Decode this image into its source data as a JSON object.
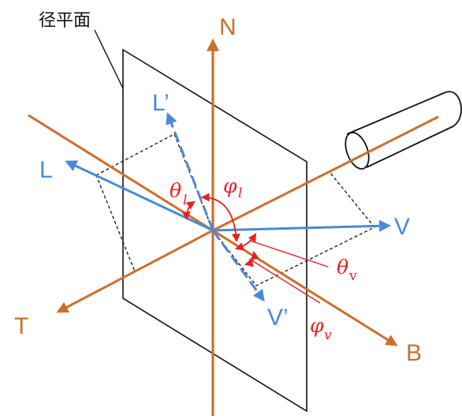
{
  "colors": {
    "orange": "#cc6f2d",
    "blue": "#4a89d4",
    "red": "#e8201f",
    "black": "#111111"
  },
  "labels": {
    "plane": "径平面",
    "normal": "N",
    "tangent": "T",
    "binormal": "B",
    "light": "L",
    "light_proj": "L’",
    "view": "V",
    "view_proj": "V’",
    "theta": "θ",
    "phi": "φ",
    "sub_l": "l",
    "sub_v_upright": "v",
    "sub_v_italic": "v"
  }
}
